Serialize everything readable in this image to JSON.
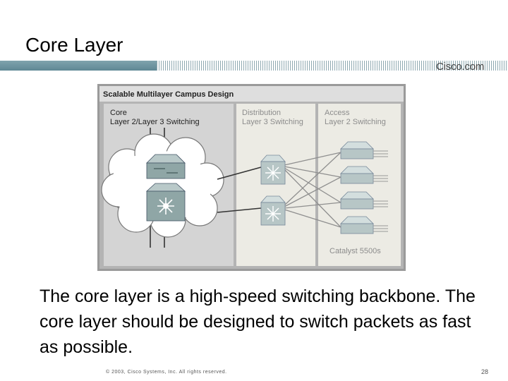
{
  "slide": {
    "title": "Core Layer",
    "logo": "Cisco.com",
    "body": "The core layer is a high-speed switching backbone. The core layer should be designed to switch packets as fast as possible.",
    "footer": "© 2003, Cisco Systems, Inc. All rights reserved.",
    "page_number": "28"
  },
  "diagram": {
    "title": "Scalable Multilayer Campus Design",
    "core": {
      "label": "Core",
      "sublabel": "Layer 2/Layer 3 Switching"
    },
    "distribution": {
      "label": "Distribution",
      "sublabel": "Layer 3 Switching"
    },
    "access": {
      "label": "Access",
      "sublabel": "Layer 2 Switching"
    },
    "product": "Catalyst 5500s"
  },
  "colors": {
    "header_bar": "#6f95a0",
    "diagram_frame": "#9a9a9a",
    "core_panel": "#d4d4d4",
    "switch_face": "#8fa6a6"
  }
}
